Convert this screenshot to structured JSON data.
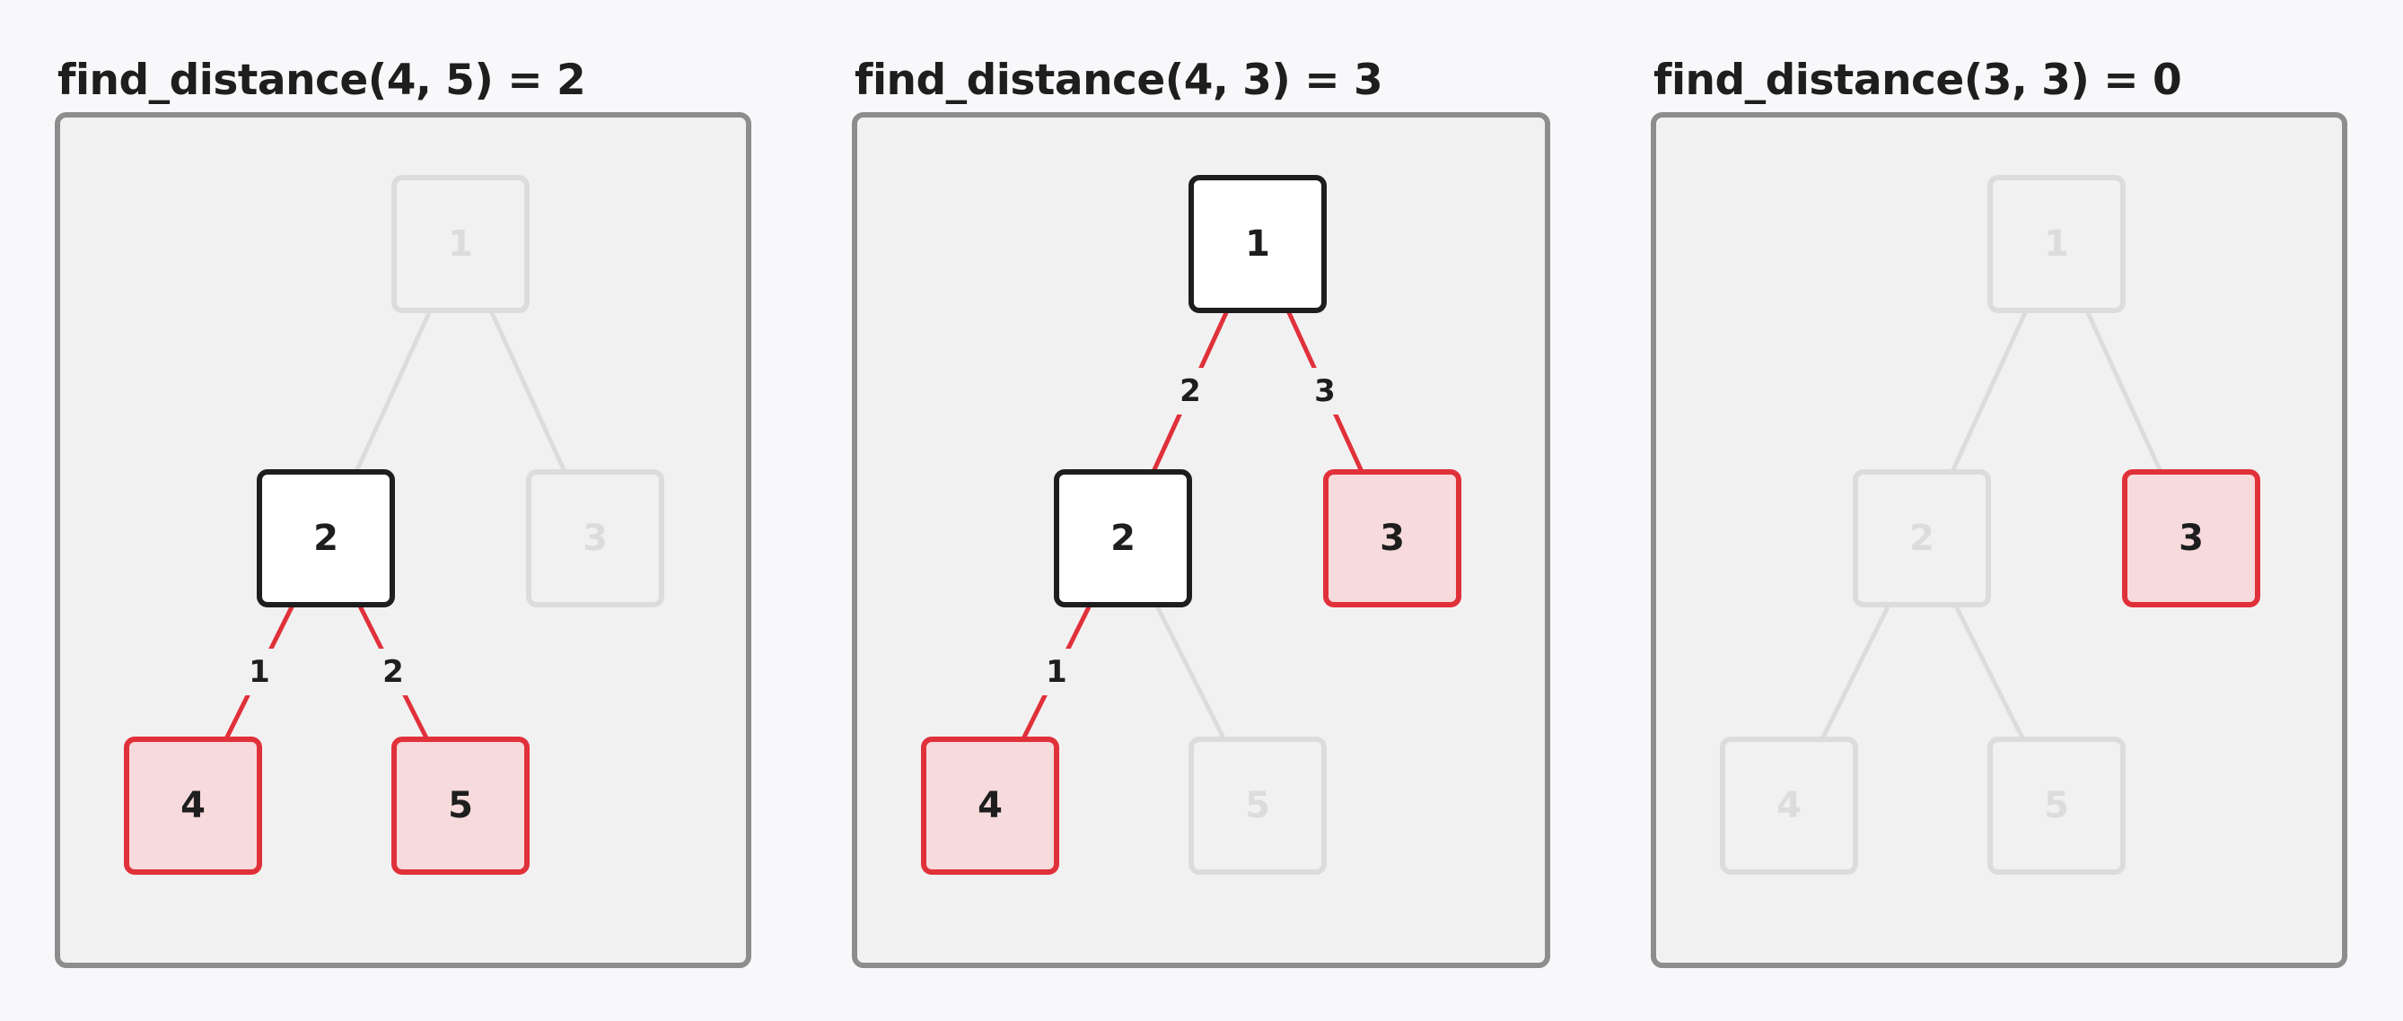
{
  "colors": {
    "background": "#f8f8fa",
    "panel_fill": "#f2f1f2",
    "panel_border": "#8d8d8d",
    "text": "#1e1e1e",
    "faded": "#dcdcdc",
    "highlight_border": "#e0313a",
    "highlight_fill": "#f7dadc",
    "active_border": "#1e1e1e",
    "active_fill": "#ffffff"
  },
  "panels": [
    {
      "title": "find_distance(4, 5) = 2",
      "nodes": [
        {
          "id": "1",
          "label": "1",
          "state": "faded"
        },
        {
          "id": "2",
          "label": "2",
          "state": "active"
        },
        {
          "id": "3",
          "label": "3",
          "state": "faded"
        },
        {
          "id": "4",
          "label": "4",
          "state": "target"
        },
        {
          "id": "5",
          "label": "5",
          "state": "target"
        }
      ],
      "edges": [
        {
          "from": "1",
          "to": "2",
          "state": "faded",
          "label": ""
        },
        {
          "from": "1",
          "to": "3",
          "state": "faded",
          "label": ""
        },
        {
          "from": "2",
          "to": "4",
          "state": "path",
          "label": "1"
        },
        {
          "from": "2",
          "to": "5",
          "state": "path",
          "label": "2"
        }
      ]
    },
    {
      "title": "find_distance(4, 3) = 3",
      "nodes": [
        {
          "id": "1",
          "label": "1",
          "state": "active"
        },
        {
          "id": "2",
          "label": "2",
          "state": "active"
        },
        {
          "id": "3",
          "label": "3",
          "state": "target"
        },
        {
          "id": "4",
          "label": "4",
          "state": "target"
        },
        {
          "id": "5",
          "label": "5",
          "state": "faded"
        }
      ],
      "edges": [
        {
          "from": "1",
          "to": "2",
          "state": "path",
          "label": "2"
        },
        {
          "from": "1",
          "to": "3",
          "state": "path",
          "label": "3"
        },
        {
          "from": "2",
          "to": "4",
          "state": "path",
          "label": "1"
        },
        {
          "from": "2",
          "to": "5",
          "state": "faded",
          "label": ""
        }
      ]
    },
    {
      "title": "find_distance(3, 3) = 0",
      "nodes": [
        {
          "id": "1",
          "label": "1",
          "state": "faded"
        },
        {
          "id": "2",
          "label": "2",
          "state": "faded"
        },
        {
          "id": "3",
          "label": "3",
          "state": "target"
        },
        {
          "id": "4",
          "label": "4",
          "state": "faded"
        },
        {
          "id": "5",
          "label": "5",
          "state": "faded"
        }
      ],
      "edges": [
        {
          "from": "1",
          "to": "2",
          "state": "faded",
          "label": ""
        },
        {
          "from": "1",
          "to": "3",
          "state": "faded",
          "label": ""
        },
        {
          "from": "2",
          "to": "4",
          "state": "faded",
          "label": ""
        },
        {
          "from": "2",
          "to": "5",
          "state": "faded",
          "label": ""
        }
      ]
    }
  ]
}
